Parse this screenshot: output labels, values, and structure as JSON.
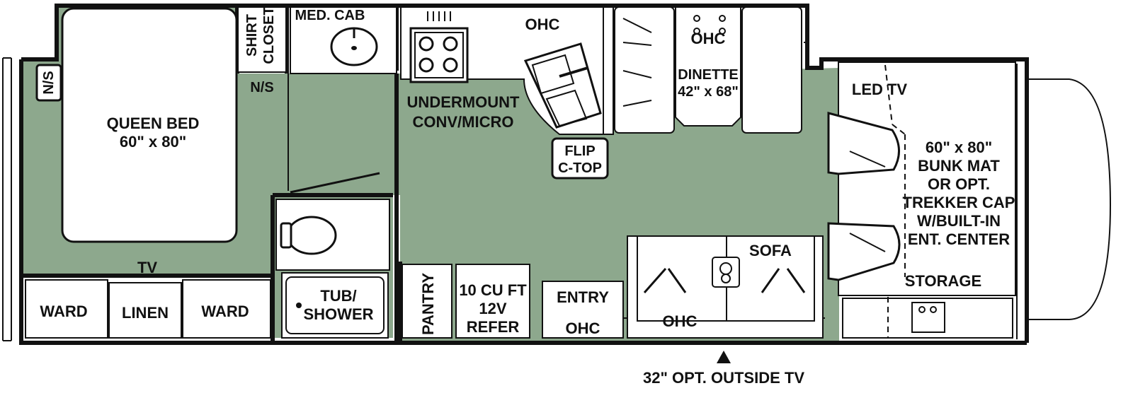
{
  "colors": {
    "floor": "#8da88d",
    "wall": "#111111",
    "fixture": "#ffffff",
    "background": "#ffffff"
  },
  "rooms": {
    "bedroom": {
      "bed_title": "QUEEN BED",
      "bed_size": "60\" x 80\"",
      "ns_left": "N/S",
      "ns_right": "N/S",
      "tv": "TV",
      "ward_left": "WARD",
      "linen": "LINEN",
      "ward_right": "WARD"
    },
    "bath": {
      "shirt_closet": [
        "SHIRT",
        "CLOSET"
      ],
      "med_cab": "MED. CAB",
      "tub_shower": [
        "TUB/",
        "SHOWER"
      ]
    },
    "galley": {
      "ohc": "OHC",
      "undermount": [
        "UNDERMOUNT",
        "CONV/MICRO"
      ],
      "flip_ctop": [
        "FLIP",
        "C-TOP"
      ],
      "pantry": "PANTRY",
      "refer": [
        "10 CU FT",
        "12V",
        "REFER"
      ]
    },
    "dinette": {
      "ohc": "OHC",
      "dinette": [
        "DINETTE",
        "42\" x 68\""
      ]
    },
    "living": {
      "entry": "ENTRY",
      "entry_ohc": "OHC",
      "sofa": "SOFA",
      "sofa_ohc": "OHC",
      "outside_tv": "32\" OPT. OUTSIDE TV"
    },
    "cab": {
      "led_tv": "LED TV",
      "bunk": [
        "60\" x 80\"",
        "BUNK MAT",
        "OR OPT.",
        "TREKKER CAP",
        "W/BUILT-IN",
        "ENT. CENTER"
      ],
      "storage": "STORAGE"
    }
  }
}
